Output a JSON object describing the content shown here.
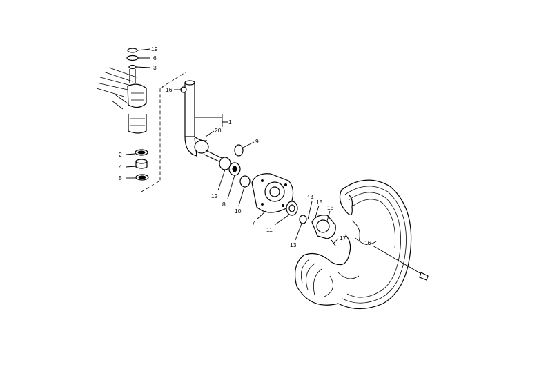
{
  "labels": {
    "l1": "1",
    "l2": "2",
    "l3": "3",
    "l4": "4",
    "l5": "5",
    "l6": "6",
    "l7": "7",
    "l8": "8",
    "l9": "9",
    "l10": "10",
    "l11": "11",
    "l12": "12",
    "l13": "13",
    "l14": "14",
    "l15a": "15",
    "l15b": "15",
    "l16a": "16",
    "l16b": "16",
    "l17": "17",
    "l19": "19",
    "l20": "20"
  }
}
